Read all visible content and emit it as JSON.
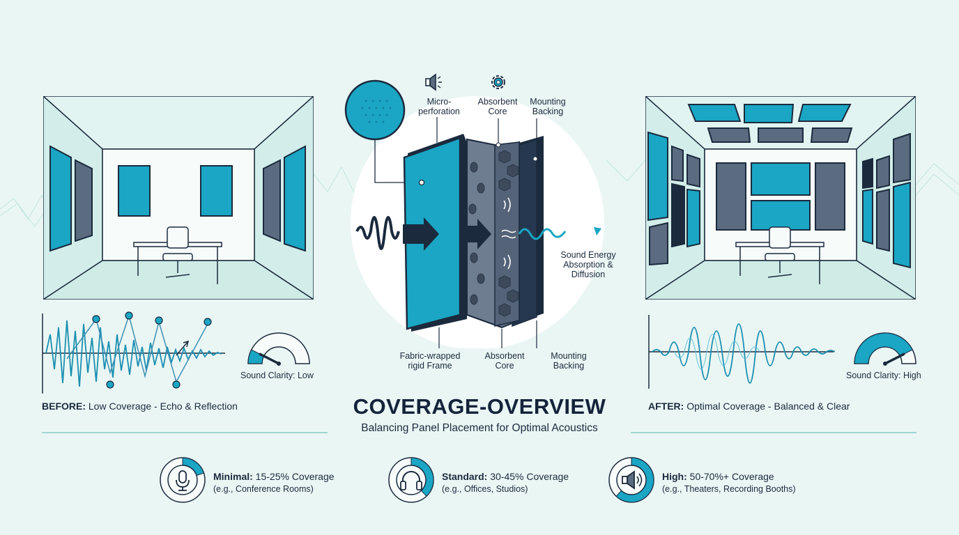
{
  "colors": {
    "background": "#eaf6f4",
    "navy": "#1b2a3d",
    "teal": "#1aa6c4",
    "slate": "#5b6b80",
    "wall": "#d3eeea"
  },
  "diagram": {
    "labels": {
      "micro_perforation": "Micro-\nperforation",
      "absorbent_core_top": "Absorbent\nCore",
      "mounting_backing_top": "Mounting\nBacking",
      "sound_energy": "Sound Energy\nAbsorption &\nDiffusion",
      "fabric_frame": "Fabric-wrapped\nrigid Frame",
      "absorbent_core_bottom": "Absorbent\nCore",
      "mounting_backing_bottom": "Mounting\nBacking"
    }
  },
  "before": {
    "caption_bold": "BEFORE:",
    "caption_rest": " Low Coverage - Echo & Reflection",
    "gauge_label": "Sound Clarity: Low",
    "gauge_level": 0.15
  },
  "after": {
    "caption_bold": "AFTER:",
    "caption_rest": " Optimal Coverage - Balanced & Clear",
    "gauge_label": "Sound Clarity: High",
    "gauge_level": 0.85
  },
  "title": "COVERAGE-OVERVIEW",
  "subtitle": "Balancing Panel Placement for Optimal Acoustics",
  "coverage": [
    {
      "name": "Minimal:",
      "range": " 15-25% Coverage",
      "example": "(e.g., Conference Rooms)",
      "icon": "microphone-icon",
      "fraction": 0.2
    },
    {
      "name": "Standard:",
      "range": " 30-45% Coverage",
      "example": "(e.g., Offices, Studios)",
      "icon": "headphones-icon",
      "fraction": 0.38
    },
    {
      "name": "High:",
      "range": " 50-70%+ Coverage",
      "example": "(e.g., Theaters, Recording Booths)",
      "icon": "speaker-icon",
      "fraction": 0.62
    }
  ]
}
